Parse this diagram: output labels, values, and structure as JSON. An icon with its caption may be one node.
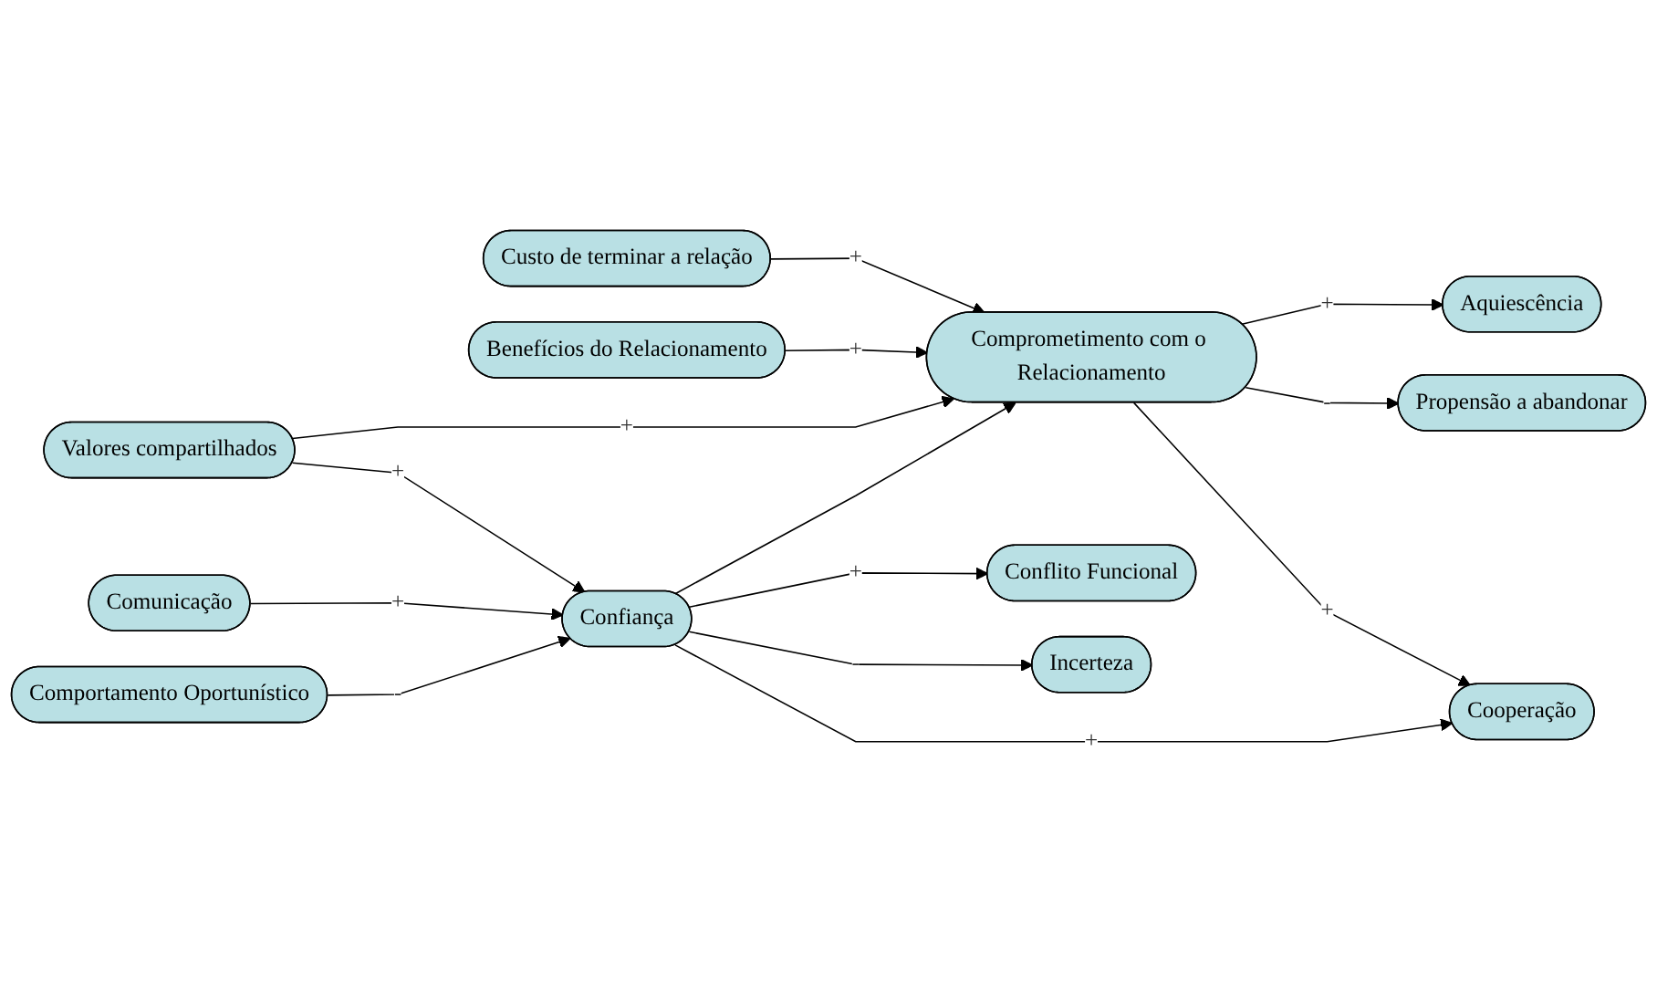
{
  "diagram": {
    "nodes": [
      {
        "text": [
          "Custo de terminar a relação"
        ]
      },
      {
        "text": [
          "Aquiescência"
        ]
      },
      {
        "text": [
          "Benefícios do Relacionamento"
        ]
      },
      {
        "text": [
          "Comprometimento com o Relacionamento"
        ]
      },
      {
        "text": [
          "Propensão a abandonar"
        ]
      },
      {
        "text": [
          "Valores compartilhados"
        ]
      },
      {
        "text": [
          "Cooperação"
        ]
      },
      {
        "text": [
          "Comunicação"
        ]
      },
      {
        "text": [
          "Confiança"
        ]
      },
      {
        "text": [
          "Conflito Funcional"
        ]
      },
      {
        "text": [
          "Comportamento Oportunístico"
        ]
      },
      {
        "text": [
          "Incerteza"
        ]
      }
    ],
    "edges": [
      {
        "from": 0,
        "to": 3,
        "arrow": "to",
        "label": "+"
      },
      {
        "from": 2,
        "to": 3,
        "arrow": "to",
        "label": "+"
      },
      {
        "from": 5,
        "to": 3,
        "arrow": "to",
        "label": "+"
      },
      {
        "from": 5,
        "to": 8,
        "arrow": "to",
        "label": "+"
      },
      {
        "from": 7,
        "to": 8,
        "arrow": "to",
        "label": "+"
      },
      {
        "from": 10,
        "to": 8,
        "arrow": "to",
        "label": "-"
      },
      {
        "from": 8,
        "to": 3,
        "arrow": "to"
      },
      {
        "from": 3,
        "to": 1,
        "arrow": "to",
        "label": "+"
      },
      {
        "from": 3,
        "to": 4,
        "arrow": "to",
        "label": "-"
      },
      {
        "from": 3,
        "to": 6,
        "arrow": "to",
        "label": "+"
      },
      {
        "from": 8,
        "to": 6,
        "arrow": "to",
        "label": "+"
      },
      {
        "from": 8,
        "to": 9,
        "arrow": "to",
        "label": "+"
      },
      {
        "from": 8,
        "to": 11,
        "arrow": "to",
        "label": "-"
      }
    ]
  }
}
